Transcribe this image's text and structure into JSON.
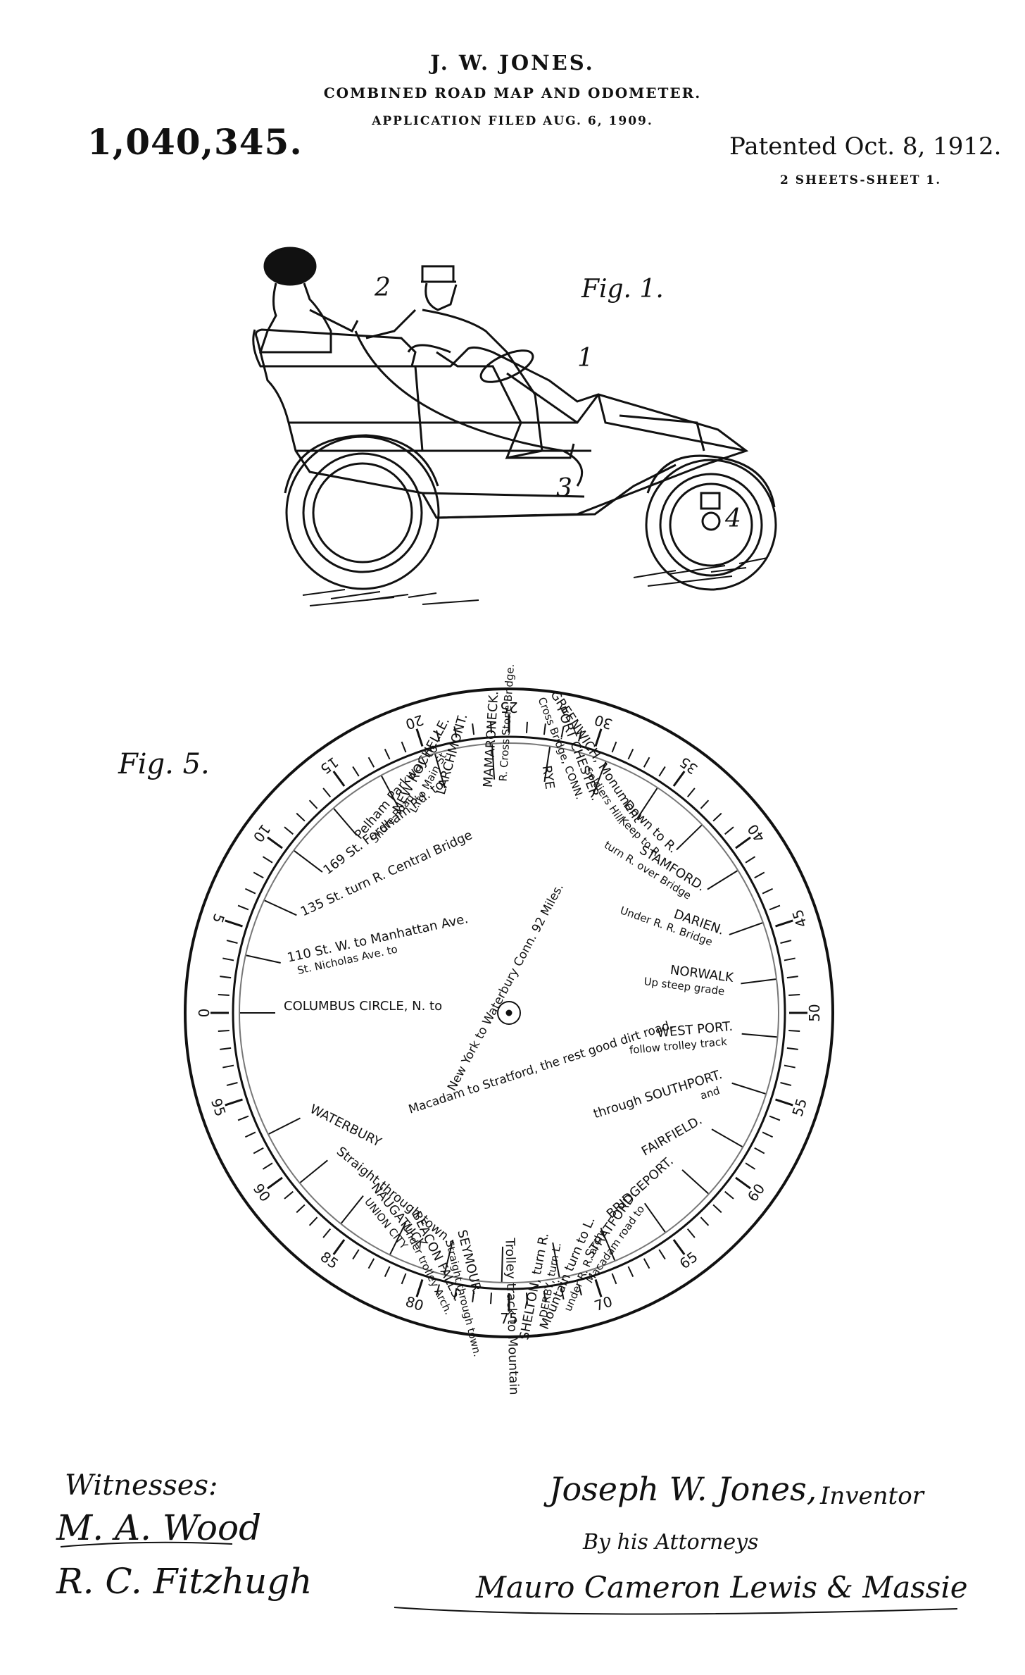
{
  "header": {
    "inventor": "J. W. JONES.",
    "title": "COMBINED ROAD MAP AND ODOMETER.",
    "filed": "APPLICATION FILED AUG. 6, 1909.",
    "patent_number": "1,040,345.",
    "patented": "Patented Oct. 8, 1912.",
    "sheets": "2 SHEETS-SHEET 1."
  },
  "figure1": {
    "label": "Fig. 1.",
    "callouts": [
      "1",
      "2",
      "3",
      "4"
    ]
  },
  "figure5": {
    "label": "Fig. 5.",
    "center_text_top": "New York to Waterbury Conn. 92 Miles.",
    "center_text_bottom": "Macadam to Stratford, the rest good dirt road.",
    "scale_numbers": [
      "0",
      "5",
      "10",
      "15",
      "20",
      "25",
      "30",
      "35",
      "40",
      "45",
      "50",
      "55",
      "60",
      "65",
      "70",
      "75",
      "80",
      "85",
      "90",
      "95"
    ],
    "routes": [
      {
        "name": "COLUMBUS CIRCLE, N. to",
        "note": ""
      },
      {
        "name": "110 St. W. to Manhattan Ave.",
        "note": "St. Nicholas Ave. to"
      },
      {
        "name": "135 St. turn R. Central Bridge",
        "note": ""
      },
      {
        "name": "169 St. Fordham Rd. to",
        "note": ""
      },
      {
        "name": "Pelham Parkway to",
        "note": "Shore Road."
      },
      {
        "name": "NEW ROCHELLE.",
        "note": "L. to Main St."
      },
      {
        "name": "LARCHMONT.",
        "note": ""
      },
      {
        "name": "MAMARONECK.",
        "note": "R. Cross Stone Bridge."
      },
      {
        "name": "RYE",
        "note": ""
      },
      {
        "name": "PORT CHESTER.",
        "note": "Cross Bridge, CONN."
      },
      {
        "name": "GREENWICH, Monument",
        "note": "Soldiers Hill."
      },
      {
        "name": "Down to R.",
        "note": "Keep to R."
      },
      {
        "name": "STAMFORD.",
        "note": "turn R. over Bridge"
      },
      {
        "name": "DARIEN.",
        "note": "Under R. R. Bridge"
      },
      {
        "name": "NORWALK",
        "note": "Up steep grade"
      },
      {
        "name": "WEST PORT.",
        "note": "follow trolley track"
      },
      {
        "name": "through SOUTHPORT.",
        "note": "and"
      },
      {
        "name": "FAIRFIELD.",
        "note": ""
      },
      {
        "name": "BRIDGEPORT.",
        "note": ""
      },
      {
        "name": "STRATFORD.",
        "note": "Macadam road to"
      },
      {
        "name": "Mountain turn to L.",
        "note": "under R. R. arch."
      },
      {
        "name": "SHELTON, turn R.",
        "note": "DERBY, turn L."
      },
      {
        "name": "Trolley track to Mountain",
        "note": ""
      },
      {
        "name": "SEYMOUR.",
        "note": "Straight through town."
      },
      {
        "name": "BEACON FALLS.",
        "note": "Under trolley Arch."
      },
      {
        "name": "NAUGATUCK",
        "note": "UNION CITY"
      },
      {
        "name": "Straight through town.",
        "note": ""
      },
      {
        "name": "WATERBURY",
        "note": ""
      }
    ]
  },
  "footer": {
    "witnesses_label": "Witnesses:",
    "witness_1": "M. A. Wood",
    "witness_2": "R. C. Fitzhugh",
    "inventor_signature": "Joseph W. Jones,",
    "inventor_label": "Inventor",
    "attorneys_label": "By his Attorneys",
    "attorneys_signature": "Mauro Cameron Lewis & Massie"
  }
}
